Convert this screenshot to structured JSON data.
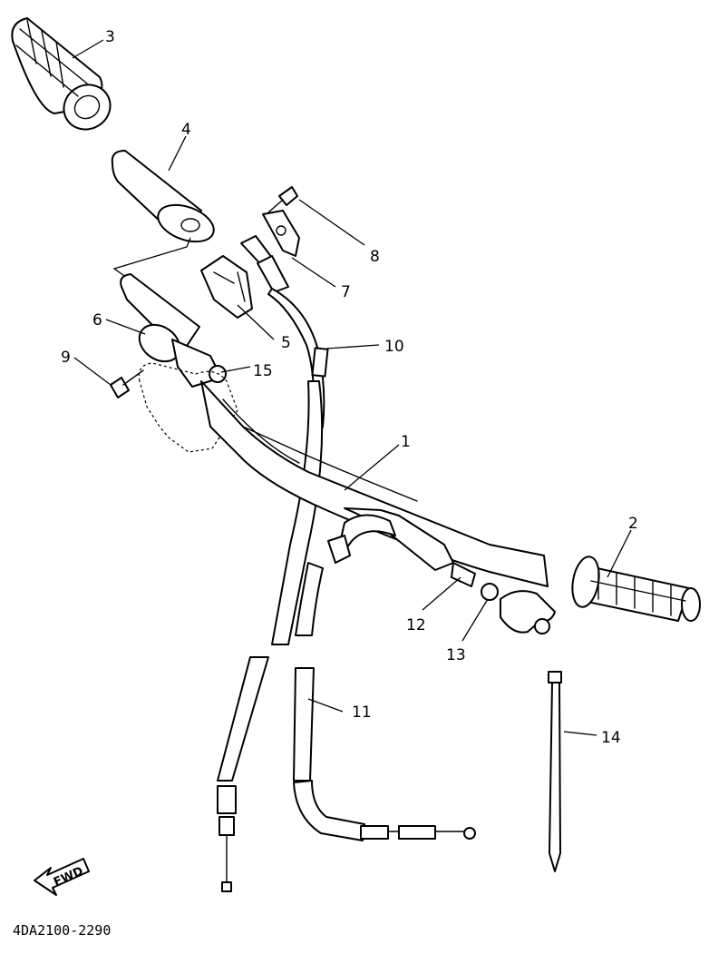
{
  "diagram": {
    "code": "4DA2100-2290",
    "fwd_label": "FWD",
    "callouts": {
      "c1": "1",
      "c2": "2",
      "c3": "3",
      "c4": "4",
      "c5": "5",
      "c6": "6",
      "c7": "7",
      "c8": "8",
      "c9": "9",
      "c10": "10",
      "c11": "11",
      "c12": "12",
      "c13": "13",
      "c14": "14",
      "c15": "15"
    }
  }
}
